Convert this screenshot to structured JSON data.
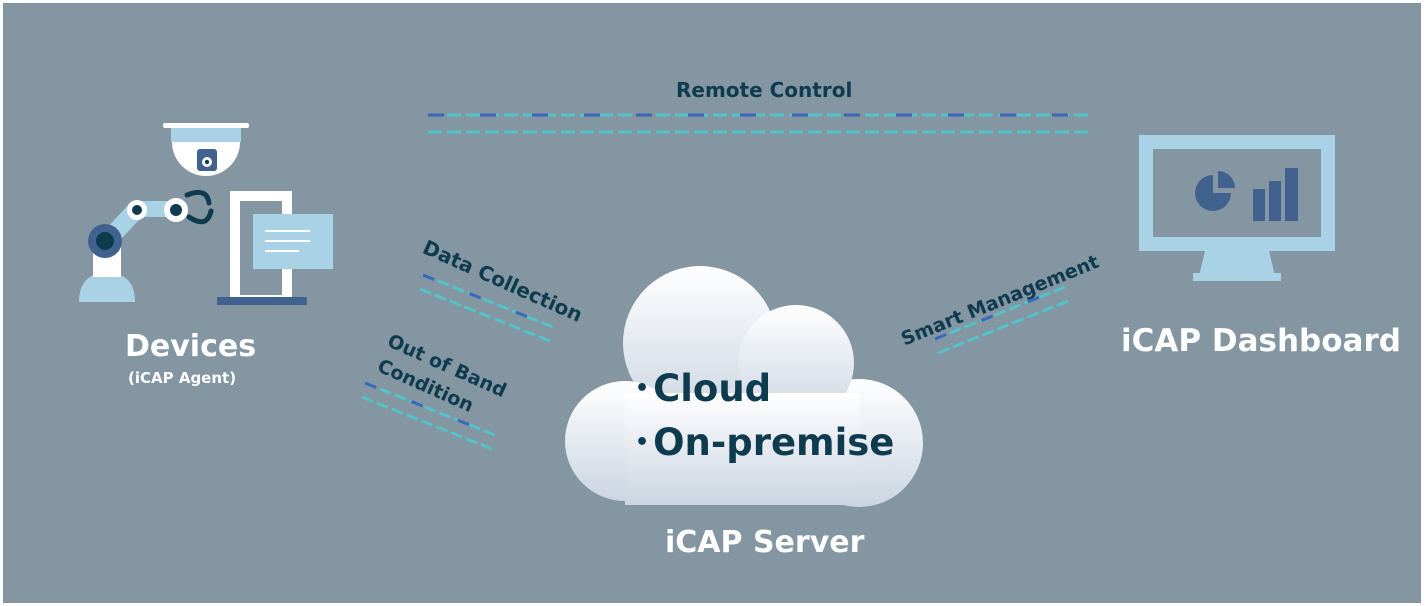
{
  "labels": {
    "remote_control": "Remote Control",
    "data_collection": "Data Collection",
    "out_of_band_line1": "Out of Band",
    "out_of_band_line2": "Condition",
    "smart_management": "Smart Management",
    "devices": "Devices",
    "devices_sub": "(iCAP Agent)",
    "dashboard": "iCAP Dashboard",
    "server": "iCAP Server",
    "bullet": "•",
    "cloud_option": "Cloud",
    "onprem_option": "On-premise"
  },
  "icons": [
    "robot-arm-icon",
    "security-camera-icon",
    "kiosk-display-icon",
    "monitor-chart-icon",
    "cloud-icon"
  ],
  "colors": {
    "background": "#8396a2",
    "dark_text": "#0f3b4f",
    "light_blue": "#a9d2e6",
    "icon_dark": "#41618e",
    "teal_dash": "#52c3c6",
    "blue_dash": "#3c67b8"
  }
}
